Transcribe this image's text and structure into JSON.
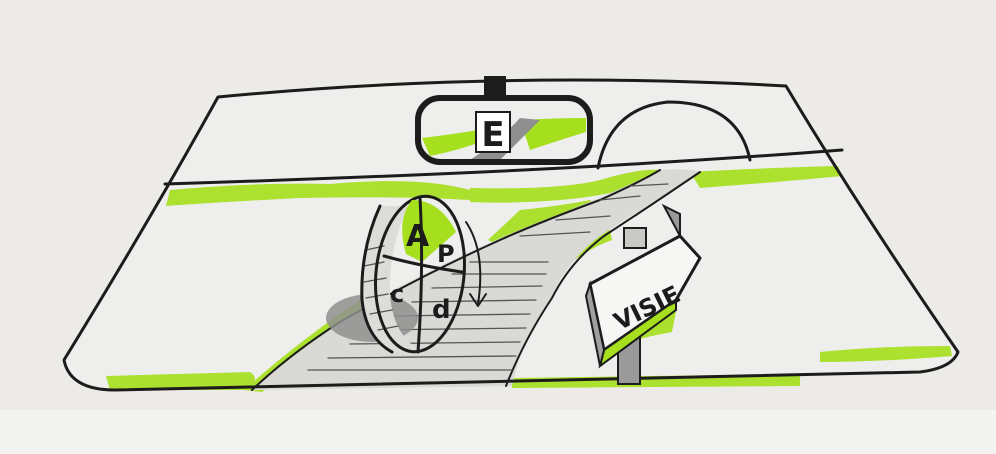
{
  "colors": {
    "paper": "#ecebe8",
    "ink": "#1c1c1c",
    "marker_green": "#a6df1e",
    "shadow_grey": "#9a9a9a"
  },
  "mirror": {
    "letter": "E"
  },
  "wheel": {
    "segments": [
      {
        "letter": "A",
        "highlighted": true
      },
      {
        "letter": "P",
        "highlighted": false
      },
      {
        "letter": "d",
        "highlighted": false
      },
      {
        "letter": "c",
        "highlighted": false
      }
    ]
  },
  "signpost": {
    "text": "VISIE"
  }
}
